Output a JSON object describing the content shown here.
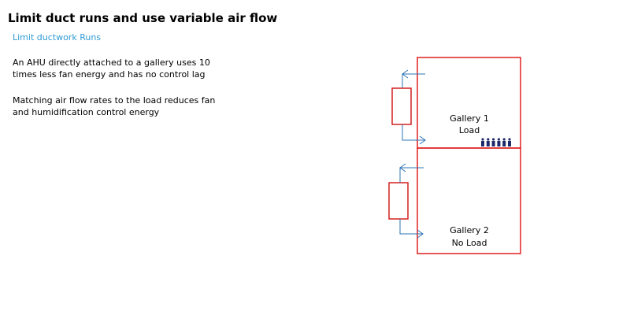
{
  "title": "Limit duct runs and use variable air flow",
  "subtitle": "Limit ductwork Runs",
  "paragraphs": [
    "An AHU directly attached to a gallery uses 10 times less fan energy and has no control lag",
    "Matching air flow rates to the load reduces fan and humidification control energy"
  ],
  "galleries": [
    {
      "name": "Gallery 1",
      "state": "Load",
      "occupants": 6
    },
    {
      "name": "Gallery 2",
      "state": "No Load",
      "occupants": 0
    }
  ],
  "colors": {
    "subtitle": "#2e9bd6",
    "room_outline": "#e02020",
    "ahu_outline": "#d42020",
    "duct": "#2e75b6",
    "occupant": "#1f2a6b"
  }
}
